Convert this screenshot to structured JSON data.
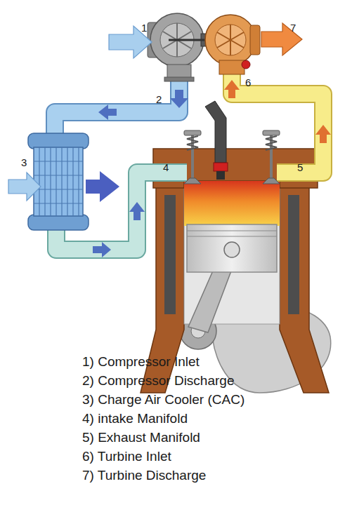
{
  "diagram": {
    "labels": [
      "1",
      "7",
      "6",
      "2",
      "3",
      "4",
      "5",
      "1) Compressor Inlet",
      "2) Compressor Discharge",
      "3) Charge Air Cooler (CAC)",
      "4) intake Manifold",
      "5) Exhaust Manifold",
      "6) Turbine Inlet",
      "7) Turbine Discharge"
    ]
  }
}
